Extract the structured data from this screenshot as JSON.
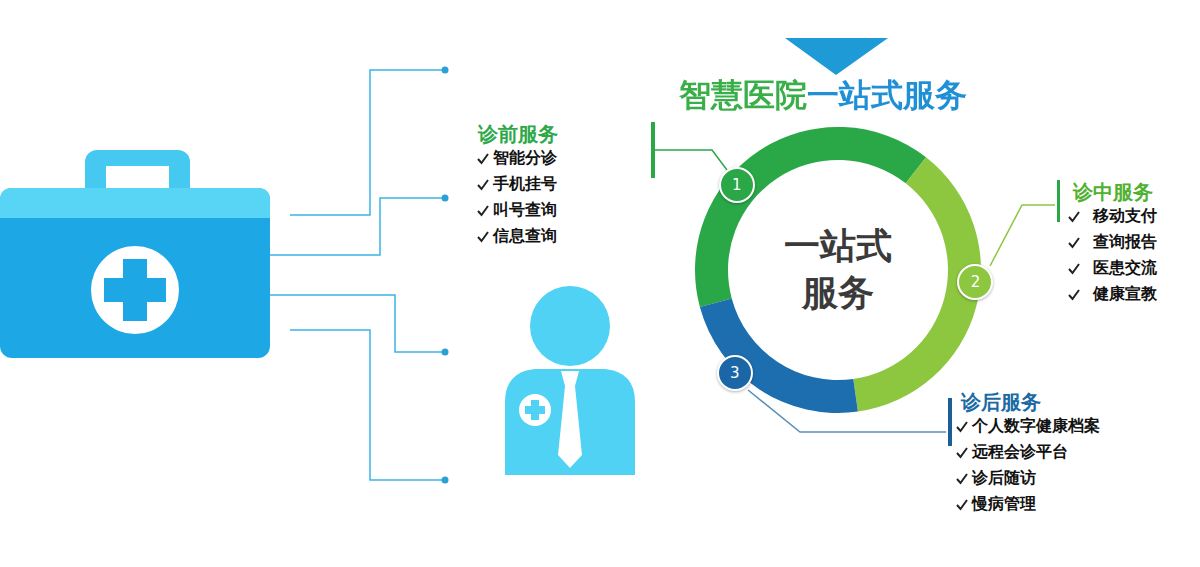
{
  "diagram": {
    "title": "智慧医院一站式服务",
    "nodes": [
      {
        "text": [
          "一站式 服务"
        ]
      },
      {
        "text": [
          "1"
        ],
        "in": 0
      },
      {
        "text": [
          "2"
        ],
        "in": 0
      },
      {
        "text": [
          "3"
        ],
        "in": 0
      }
    ],
    "labels": [
      "诊前服务",
      "智能分诊",
      "手机挂号",
      "叫号查询",
      "信息查询",
      "诊中服务",
      "移动支付",
      "查询报告",
      "医患交流",
      "健康宣教",
      "诊后服务",
      "个人数字健康档案",
      "远程会诊平台",
      "诊后随访",
      "慢病管理"
    ]
  }
}
